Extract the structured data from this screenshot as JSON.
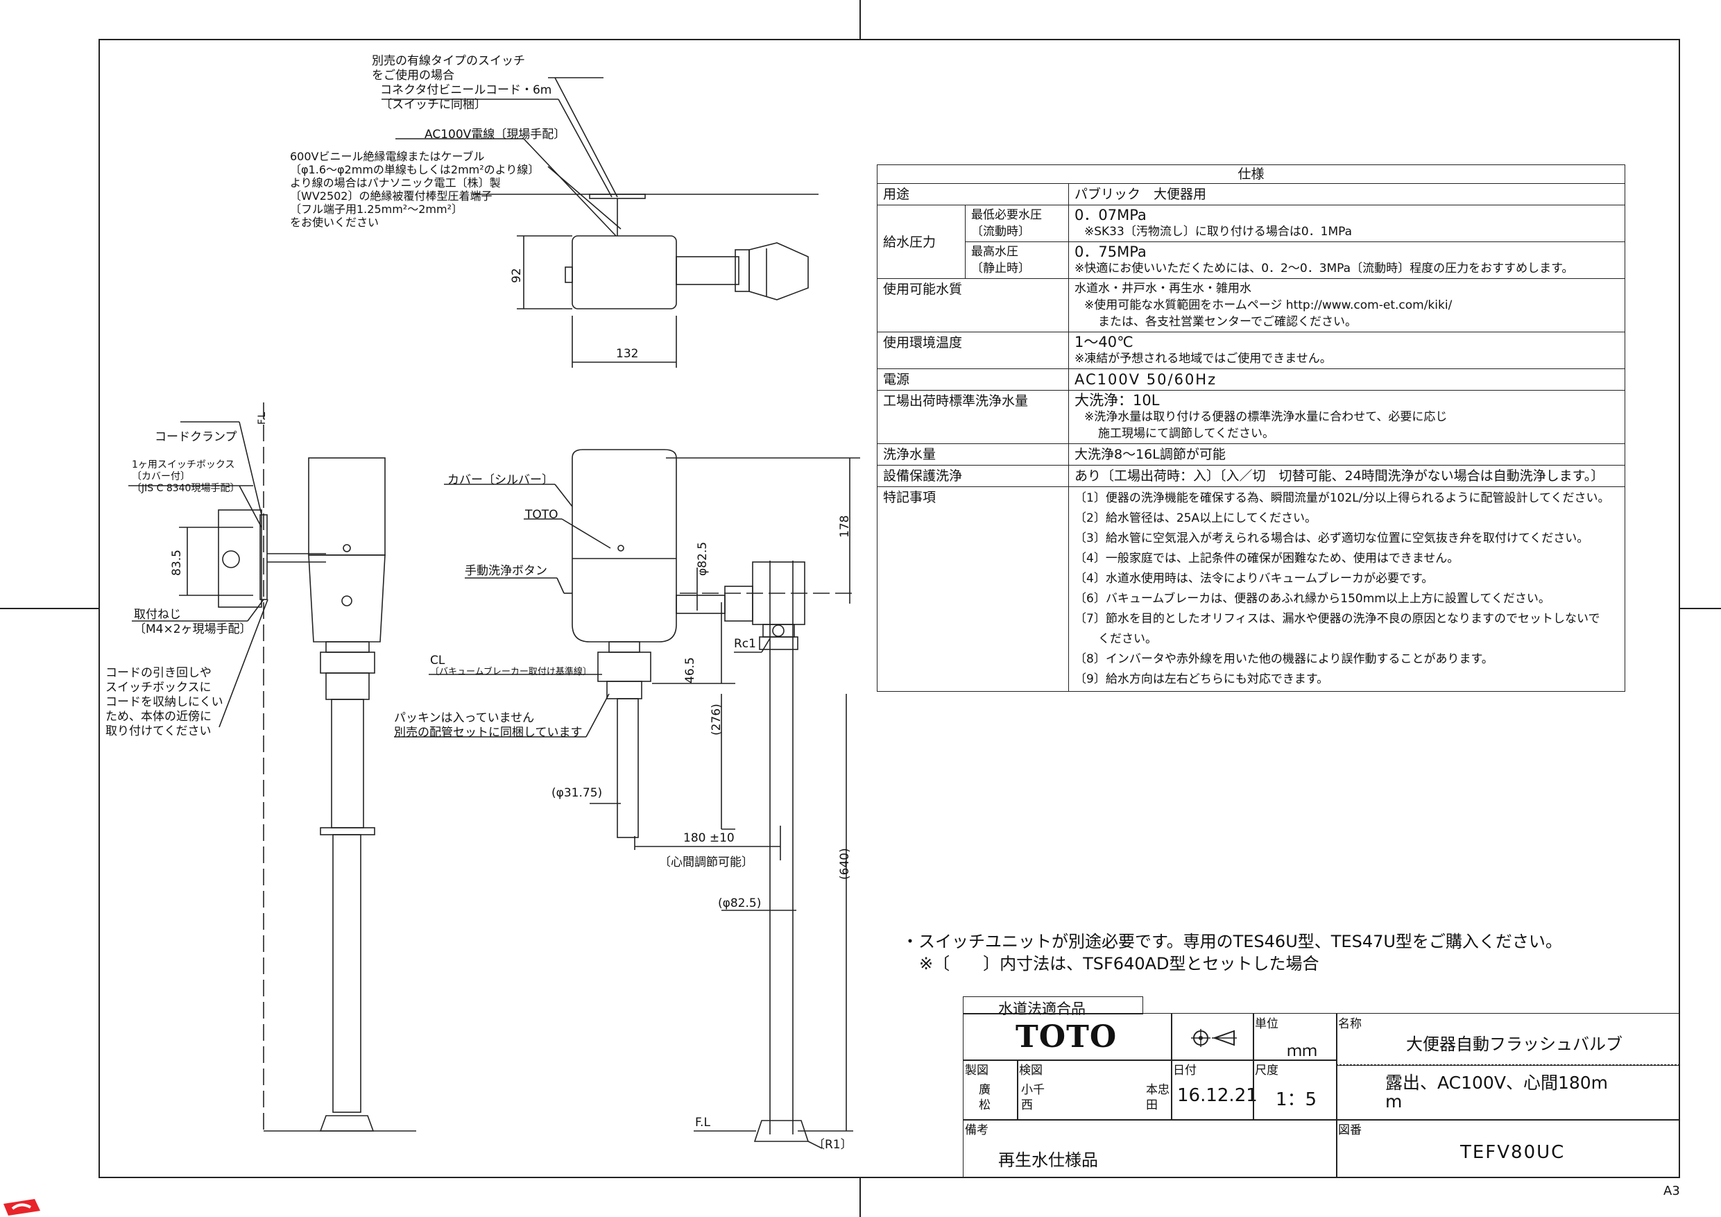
{
  "callouts": {
    "switch_option": "別売の有線タイプのスイッチ\nをご使用の場合",
    "connector_cord": "コネクタ付ビニールコード・6m\n〔スイッチに同梱〕",
    "ac_wire": "AC100V電線〔現場手配〕",
    "cable_spec": "600Vビニール絶縁電線またはケーブル\n〔φ1.6～φ2mmの単線もしくは2mm²のより線〕\nより線の場合はパナソニック電工〔株〕製\n〔WV2502〕の絶縁被覆付棒型圧着端子\n〔フル端子用1.25mm²～2mm²〕\nをお使いください",
    "cord_clamp": "コードクランプ",
    "switch_box": "1ヶ用スイッチボックス\n〔カバー付〕\n〔JIS C 8340現場手配〕",
    "mount_screw": "取付ねじ\n〔M4×2ヶ現場手配〕",
    "cord_routing": "コードの引き回しや\nスイッチボックスに\nコードを収納しにくい\nため、本体の近傍に\n取り付けてください",
    "cover": "カバー〔シルバー〕",
    "toto_label": "TOTO",
    "manual_button": "手動洗浄ボタン",
    "cl": "CL",
    "vacuum_ref": "〔バキュームブレーカー取付け基準線〕",
    "packing": "パッキンは入っていません\n別売の配管セットに同梱しています",
    "rc1": "Rc1",
    "fl": "F.L",
    "r1": "〔R1〕",
    "center_adjust": "〔心間調節可能〕"
  },
  "dimensions": {
    "d92": "92",
    "d132": "132",
    "d83_5": "83.5",
    "d178": "178",
    "phi82_5": "φ82.5",
    "d46_5": "46.5",
    "d276": "(276)",
    "phi31_75": "(φ31.75)",
    "d180": "180 ±10",
    "d640": "(640)",
    "phi82_5b": "(φ82.5)",
    "fl_mark": "F.L"
  },
  "spec": {
    "title": "仕様",
    "rows": [
      {
        "label": "用途",
        "value": "パブリック　大便器用"
      },
      {
        "label": "給水圧力",
        "sub_min_label": "最低必要水圧",
        "sub_min_note": "〔流動時〕",
        "min_value": "0．07MPa",
        "min_note": "※SK33〔汚物流し〕に取り付ける場合は0．1MPa",
        "sub_max_label": "最高水圧",
        "sub_max_note": "〔静止時〕",
        "max_value": "0．75MPa",
        "max_note": "※快適にお使いいただくためには、0．2～0．3MPa〔流動時〕程度の圧力をおすすめします。"
      },
      {
        "label": "使用可能水質",
        "line1": "水道水・井戸水・再生水・雑用水",
        "line2": "※使用可能な水質範囲をホームページ http://www.com-et.com/kiki/",
        "line3": "または、各支社営業センターでご確認ください。"
      },
      {
        "label": "使用環境温度",
        "line1": "1～40℃",
        "line2": "※凍結が予想される地域ではご使用できません。"
      },
      {
        "label": "電源",
        "value": "AC100V 50/60Hz"
      },
      {
        "label": "工場出荷時標準洗浄水量",
        "line1": "大洗浄：10L",
        "line2": "※洗浄水量は取り付ける便器の標準洗浄水量に合わせて、必要に応じ",
        "line3": "施工現場にて調節してください。"
      },
      {
        "label": "洗浄水量",
        "value": "大洗浄8～16L調節が可能"
      },
      {
        "label": "設備保護洗浄",
        "value": "あり〔工場出荷時：入〕〔入／切　切替可能、24時間洗浄がない場合は自動洗浄します。〕"
      },
      {
        "label": "特記事項",
        "notes": [
          "〔1〕便器の洗浄機能を確保する為、瞬間流量が102L/分以上得られるように配管設計してください。",
          "〔2〕給水管径は、25A以上にしてください。",
          "〔3〕給水管に空気混入が考えられる場合は、必ず適切な位置に空気抜き弁を取付けてください。",
          "〔4〕一般家庭では、上記条件の確保が困難なため、使用はできません。",
          "〔4〕水道水使用時は、法令によりバキュームブレーカが必要です。",
          "〔6〕バキュームブレーカは、便器のあふれ縁から150mm以上上方に設置してください。",
          "〔7〕節水を目的としたオリフィスは、漏水や便器の洗浄不良の原因となりますのでセットしないで",
          "ください。",
          "〔8〕インバータや赤外線を用いた他の機器により誤作動することがあります。",
          "〔9〕給水方向は左右どちらにも対応できます。"
        ]
      }
    ]
  },
  "footnotes": {
    "line1": "・スイッチユニットが別途必要です。専用のTES46U型、TES47U型をご購入ください。",
    "line2": "※〔　　〕内寸法は、TSF640AD型とセットした場合"
  },
  "titleblock": {
    "cert": "水道法適合品",
    "brand": "TOTO",
    "unit_label": "単位",
    "unit_value": "ｍｍ",
    "name_label": "名称",
    "name_value": "大便器自動フラッシュバルブ",
    "drawn_label": "製図",
    "drawn_value": "廣\n松",
    "checked_label": "検図",
    "checked_a": "小千\n西",
    "checked_b": "本忠\n田",
    "date_label": "日付",
    "date_value": "16.12.21",
    "scale_label": "尺度",
    "scale_value": "1：5",
    "subtitle": "露出、AC100V、心間180m\nm",
    "remarks_label": "備考",
    "remarks_value": "再生水仕様品",
    "drawing_no_label": "図番",
    "drawing_no": "TEFV80UC"
  },
  "sheet_size": "A3"
}
